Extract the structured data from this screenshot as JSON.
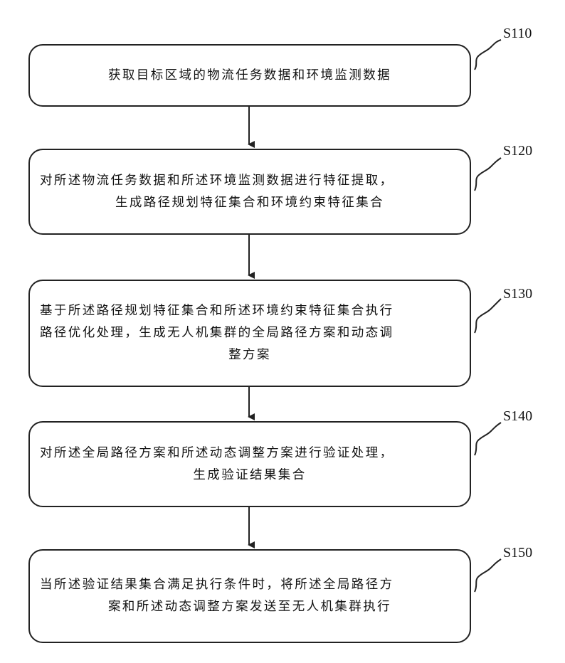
{
  "steps": [
    {
      "label": "S110",
      "lines": [
        "获取目标区域的物流任务数据和环境监测数据"
      ]
    },
    {
      "label": "S120",
      "lines": [
        "对所述物流任务数据和所述环境监测数据进行特征提取，",
        "生成路径规划特征集合和环境约束特征集合"
      ]
    },
    {
      "label": "S130",
      "lines": [
        "基于所述路径规划特征集合和所述环境约束特征集合执行",
        "路径优化处理，生成无人机集群的全局路径方案和动态调",
        "整方案"
      ]
    },
    {
      "label": "S140",
      "lines": [
        "对所述全局路径方案和所述动态调整方案进行验证处理，",
        "生成验证结果集合"
      ]
    },
    {
      "label": "S150",
      "lines": [
        "当所述验证结果集合满足执行条件时，将所述全局路径方",
        "案和所述动态调整方案发送至无人机集群执行"
      ]
    }
  ],
  "colors": {
    "stroke": "#222222",
    "text": "#111111",
    "background": "#ffffff"
  }
}
